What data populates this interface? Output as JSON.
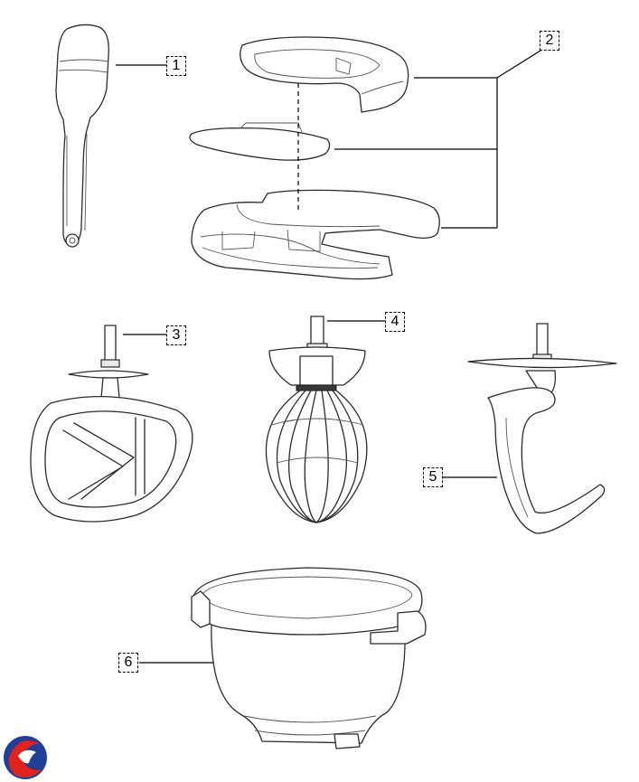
{
  "callouts": [
    {
      "id": "1",
      "label": "1"
    },
    {
      "id": "2",
      "label": "2"
    },
    {
      "id": "3",
      "label": "3"
    },
    {
      "id": "4",
      "label": "4"
    },
    {
      "id": "5",
      "label": "5"
    },
    {
      "id": "6",
      "label": "6"
    }
  ],
  "logo": {
    "icon": "brand-logo-icon",
    "colors": [
      "#1f3f99",
      "#e0231c"
    ]
  }
}
